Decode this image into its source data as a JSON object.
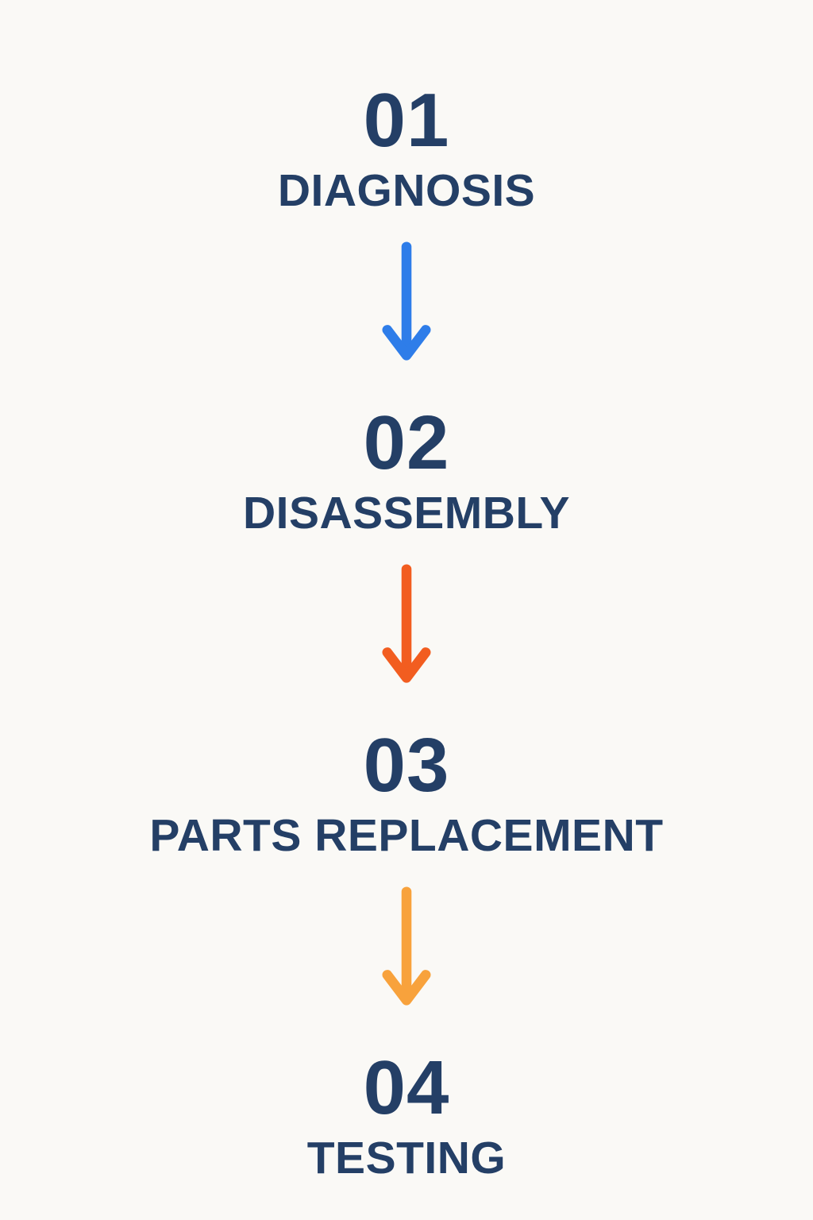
{
  "page": {
    "background_color": "#faf9f6",
    "text_color": "#243f66"
  },
  "steps": [
    {
      "number": "01",
      "label": "DIAGNOSIS"
    },
    {
      "number": "02",
      "label": "DISASSEMBLY"
    },
    {
      "number": "03",
      "label": "PARTS REPLACEMENT"
    },
    {
      "number": "04",
      "label": "TESTING"
    }
  ],
  "arrows": [
    {
      "direction": "down",
      "color": "#2e7de9"
    },
    {
      "direction": "down",
      "color": "#f25d20"
    },
    {
      "direction": "down",
      "color": "#f8a23c"
    }
  ]
}
